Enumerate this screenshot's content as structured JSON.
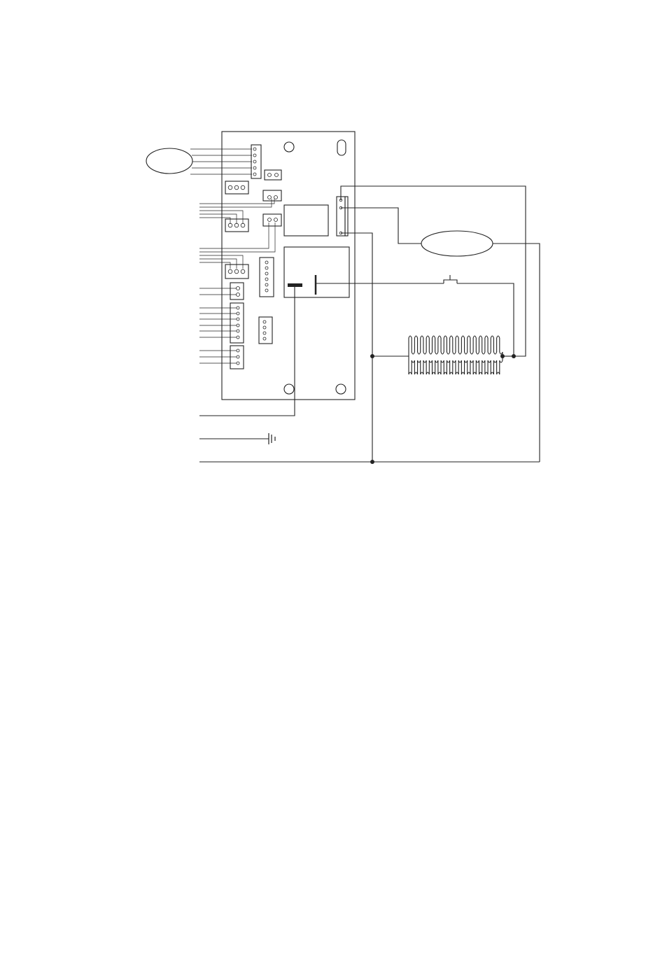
{
  "diagram": {
    "type": "wiring-schematic",
    "colors": {
      "line": "#222222",
      "background": "#ffffff"
    },
    "components": [
      "control-board",
      "sensor-oval",
      "motor-oval",
      "heating-element",
      "push-switch",
      "battery-symbol",
      "relay-block",
      "terminal-block"
    ]
  }
}
